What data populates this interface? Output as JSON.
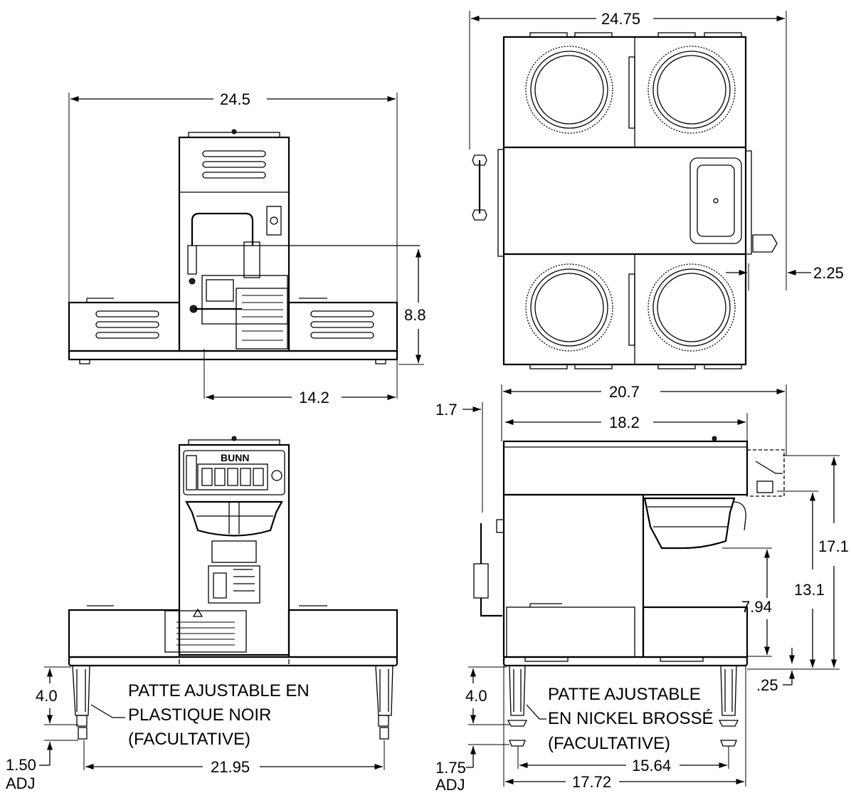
{
  "front_rear_view": {
    "width": "24.5",
    "height": "8.8",
    "offset": "14.2"
  },
  "top_view": {
    "width": "24.75",
    "side": "2.25"
  },
  "front_view": {
    "brand": "BUNN",
    "leg_height": "4.0",
    "leg_adjust": "1.50",
    "leg_adjust_unit": "ADJ",
    "leg_span": "21.95",
    "leg_note_line1": "PATTE AJUSTABLE EN",
    "leg_note_line2": "PLASTIQUE NOIR",
    "leg_note_line3": "(FACULTATIVE)"
  },
  "side_view": {
    "top_offset": "1.7",
    "overall_depth": "20.7",
    "body_depth": "18.2",
    "total_height": "17.1",
    "warmer_height": "13.1",
    "funnel_clearance": "7.94",
    "base_gap": ".25",
    "leg_height": "4.0",
    "leg_adjust": "1.75",
    "leg_adjust_unit": "ADJ",
    "leg_span_inner": "15.64",
    "leg_span_outer": "17.72",
    "leg_note_line1": "PATTE AJUSTABLE",
    "leg_note_line2": "EN NICKEL BROSSÉ",
    "leg_note_line3": "(FACULTATIVE)"
  }
}
